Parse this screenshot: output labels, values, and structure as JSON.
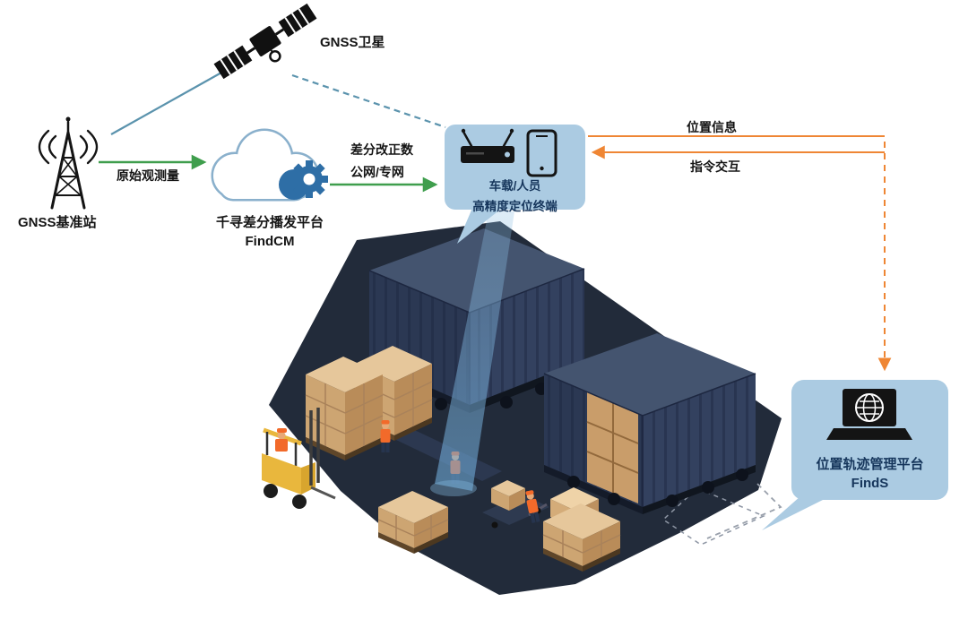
{
  "diagram": {
    "satellite": {
      "label": "GNSS卫星"
    },
    "base_station": {
      "label": "GNSS基准站"
    },
    "cloud": {
      "name": "千寻差分播发平台",
      "product": "FindCM"
    },
    "flows": {
      "raw_obs": "原始观测量",
      "correction_line1": "差分改正数",
      "correction_line2": "公网/专网",
      "position_info": "位置信息",
      "command": "指令交互"
    },
    "terminal": {
      "line1": "车载/人员",
      "line2": "高精度定位终端"
    },
    "platform": {
      "line1": "位置轨迹管理平台",
      "line2": "FindS"
    },
    "colors": {
      "arrow_green": "#3f9e4d",
      "arrow_orange": "#ef8634",
      "link_teal": "#5b93ad",
      "bubble_blue": "#abcbe2",
      "bubble_text": "#16365c",
      "cloud_blue": "#2e6ea6",
      "scene_floor": "#222b3a",
      "container_blue": "#2b3853",
      "box_tan": "#e6c79b"
    }
  }
}
